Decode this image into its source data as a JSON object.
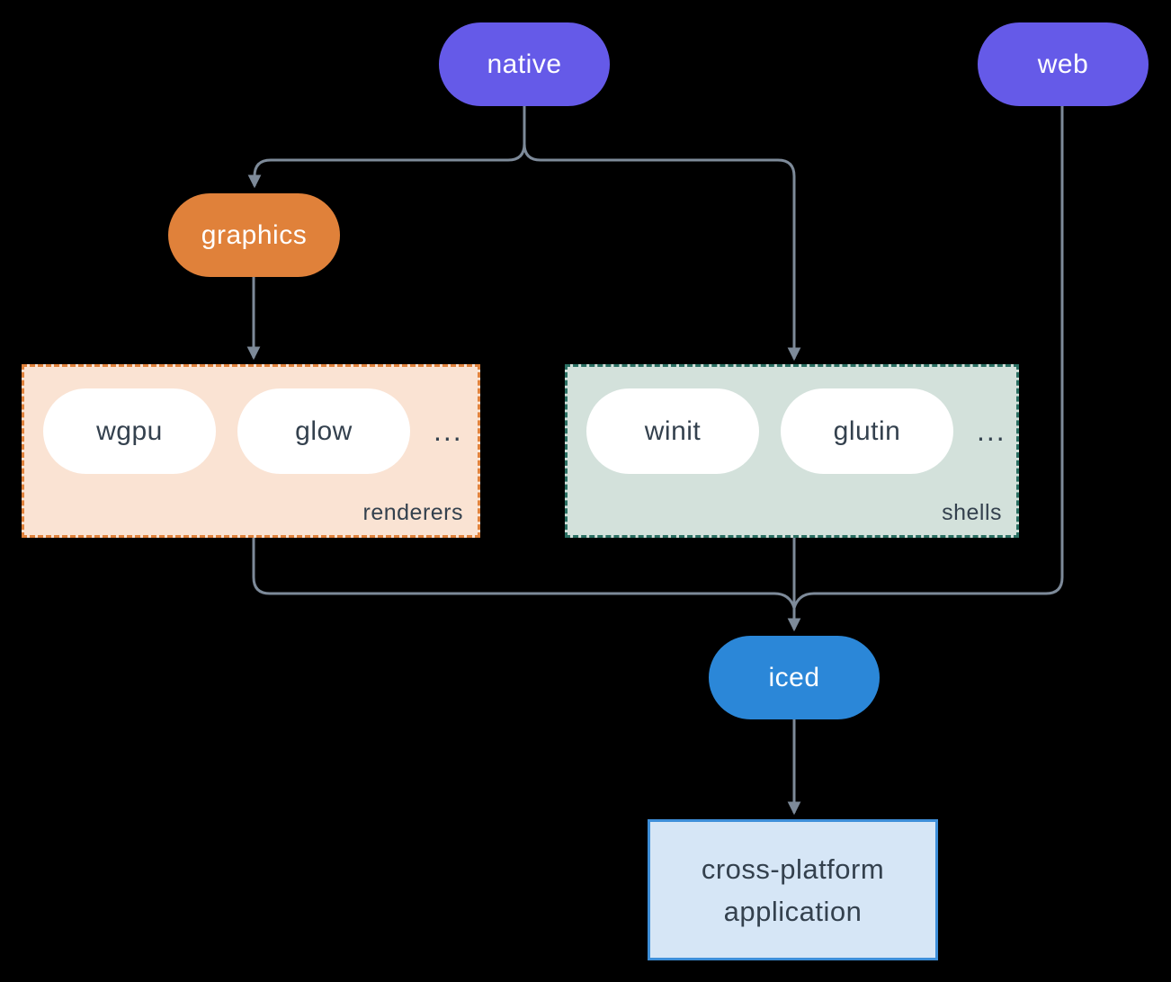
{
  "nodes": {
    "native": "native",
    "web": "web",
    "graphics": "graphics",
    "iced": "iced",
    "application": "cross-platform application"
  },
  "groups": {
    "renderers": {
      "label": "renderers",
      "pills": [
        "wgpu",
        "glow"
      ],
      "ellipsis": "..."
    },
    "shells": {
      "label": "shells",
      "pills": [
        "winit",
        "glutin"
      ],
      "ellipsis": "..."
    }
  },
  "edges": [
    {
      "from": "native",
      "to": "graphics"
    },
    {
      "from": "native",
      "to": "shells"
    },
    {
      "from": "graphics",
      "to": "renderers"
    },
    {
      "from": "renderers",
      "to": "iced"
    },
    {
      "from": "shells",
      "to": "iced"
    },
    {
      "from": "web",
      "to": "iced"
    },
    {
      "from": "iced",
      "to": "application"
    }
  ],
  "colors": {
    "background": "#000000",
    "node_purple": "#655ae8",
    "node_orange": "#e0813a",
    "node_blue": "#2b87d8",
    "renderers_fill": "#fae3d3",
    "renderers_border": "#e0823c",
    "shells_fill": "#d3e1db",
    "shells_border": "#2b7063",
    "application_fill": "#d6e6f6",
    "application_border": "#3e8fd9",
    "edge_gray": "#7d8a99",
    "dark_text": "#34414e",
    "light_text": "#ffffff"
  }
}
